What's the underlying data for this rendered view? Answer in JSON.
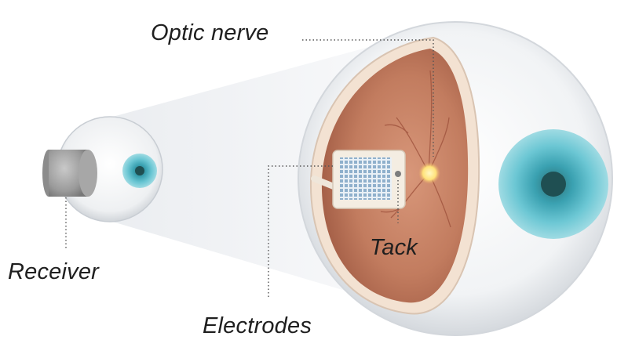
{
  "labels": {
    "optic_nerve": "Optic nerve",
    "tack": "Tack",
    "receiver": "Receiver",
    "electrodes": "Electrodes"
  },
  "colors": {
    "eye_white": "#f7f8f9",
    "eye_shadow": "#cfd3d8",
    "retina": "#c9876a",
    "retina_dark": "#a8624a",
    "retina_rim": "#f1dcc8",
    "iris": "#4fb3c2",
    "pupil": "#1f4f52",
    "electrode_dots": "#8fb0cc",
    "receiver": "#9a9a9a",
    "optic_disc": "#ffe98a",
    "leader_lines": "#555555"
  }
}
